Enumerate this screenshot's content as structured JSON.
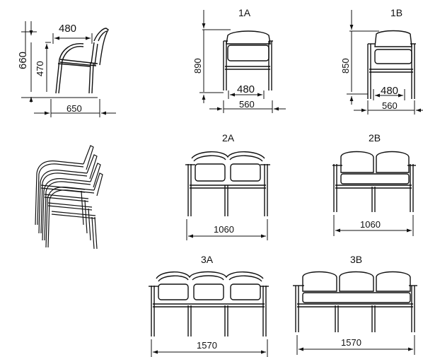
{
  "colors": {
    "ink": "#111111",
    "paper": "#ffffff"
  },
  "side_view": {
    "seat_width": "480",
    "total_height": "660",
    "seat_height": "470",
    "depth": "650"
  },
  "variants": {
    "1A": {
      "code": "1A",
      "height": "890",
      "inner_width": "480",
      "outer_width": "560"
    },
    "1B": {
      "code": "1B",
      "height": "850",
      "inner_width": "480",
      "outer_width": "560"
    },
    "2A": {
      "code": "2A",
      "width": "1060"
    },
    "2B": {
      "code": "2B",
      "width": "1060"
    },
    "3A": {
      "code": "3A",
      "width": "1570"
    },
    "3B": {
      "code": "3B",
      "width": "1570"
    }
  }
}
